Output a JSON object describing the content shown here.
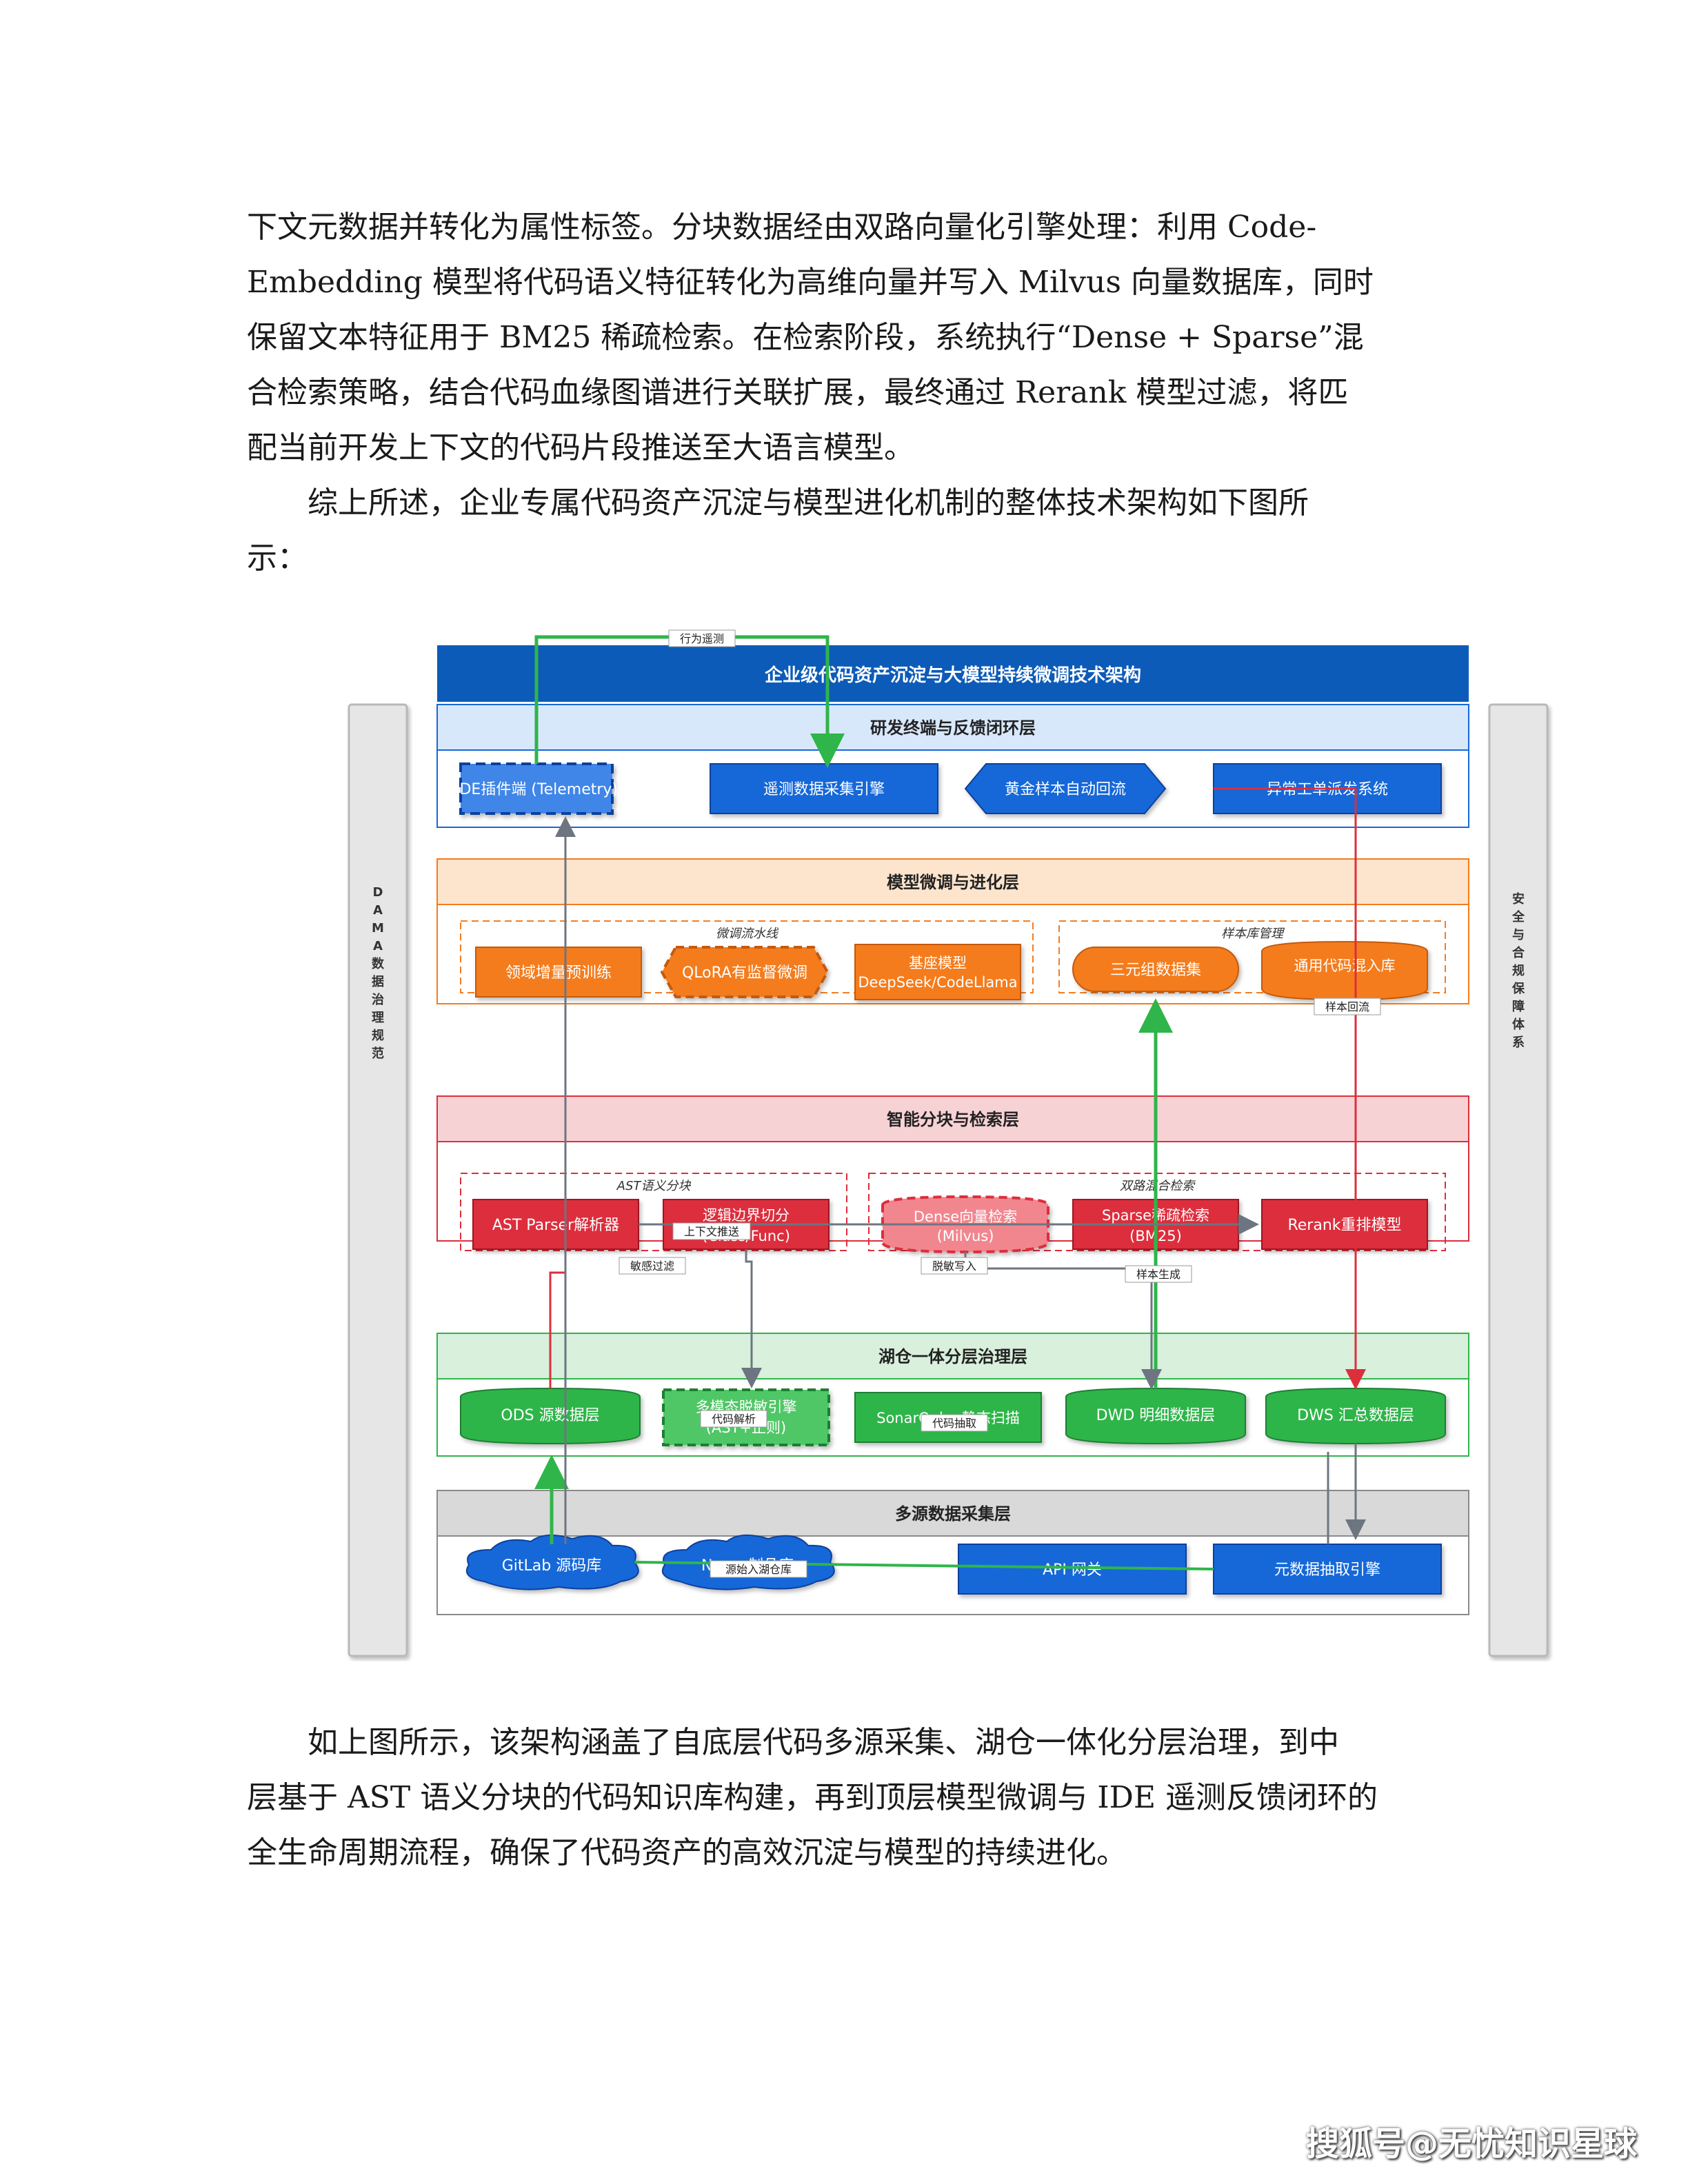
{
  "paragraphs": {
    "p1_lines": [
      "下文元数据并转化为属性标签。分块数据经由双路向量化引擎处理：利用 Code-",
      "Embedding 模型将代码语义特征转化为高维向量并写入 Milvus 向量数据库，同时",
      "保留文本特征用于 BM25 稀疏检索。在检索阶段，系统执行“Dense + Sparse”混",
      "合检索策略，结合代码血缘图谱进行关联扩展，最终通过 Rerank 模型过滤，将匹",
      "配当前开发上下文的代码片段推送至大语言模型。"
    ],
    "p2_lines": [
      "综上所述，企业专属代码资产沉淀与模型进化机制的整体技术架构如下图所",
      "示："
    ],
    "p3_lines": [
      "如上图所示，该架构涵盖了自底层代码多源采集、湖仓一体化分层治理，到中",
      "层基于 AST 语义分块的代码知识库构建，再到顶层模型微调与 IDE 遥测反馈闭环的",
      "全生命周期流程，确保了代码资产的高效沉淀与模型的持续进化。"
    ]
  },
  "diagram": {
    "title": "企业级代码资产沉淀与大模型持续微调技术架构",
    "left_pillar": "DAMA数据治理规范",
    "right_pillar": "安全与合规保障体系",
    "layers": {
      "l1": {
        "title": "研发终端与反馈闭环层",
        "nodes": [
          "IDE插件端 (Telemetry)",
          "遥测数据采集引擎",
          "黄金样本自动回流",
          "异常工单派发系统"
        ]
      },
      "l2": {
        "title": "模型微调与进化层",
        "group_a": "微调流水线",
        "group_b": "样本库管理",
        "nodes": [
          "领域增量预训练",
          "QLoRA有监督微调",
          "基座模型",
          "DeepSeek/CodeLlama",
          "三元组数据集",
          "通用代码混入库"
        ]
      },
      "l3": {
        "title": "智能分块与检索层",
        "group_a": "AST语义分块",
        "group_b": "双路混合检索",
        "nodes": [
          "AST Parser解析器",
          "逻辑边界切分",
          "(Class/Func)",
          "Dense向量检索",
          "(Milvus)",
          "Sparse稀疏检索",
          "(BM25)",
          "Rerank重排模型"
        ]
      },
      "l4": {
        "title": "湖仓一体分层治理层",
        "nodes": [
          "ODS 源数据层",
          "多模态脱敏引擎",
          "(AST+正则)",
          "SonarQube 静态扫描",
          "DWD 明细数据层",
          "DWS 汇总数据层"
        ]
      },
      "l5": {
        "title": "多源数据采集层",
        "nodes": [
          "GitLab 源码库",
          "Nexus制品库",
          "API 网关",
          "元数据抽取引擎"
        ]
      }
    },
    "edge_labels": [
      "行为遥测",
      "样本回流",
      "上下文推送",
      "敏感过滤",
      "脱敏写入",
      "样本生成",
      "代码解析",
      "代码抽取",
      "源始入湖仓库"
    ]
  },
  "watermark": "搜狐号@无忧知识星球",
  "colors": {
    "title_bar": "#0d5bb8",
    "blue": "#1668d8",
    "orange": "#f57c1f",
    "red": "#dc2f3c",
    "green": "#2fb54a",
    "gray_header": "#d9d9d9"
  }
}
